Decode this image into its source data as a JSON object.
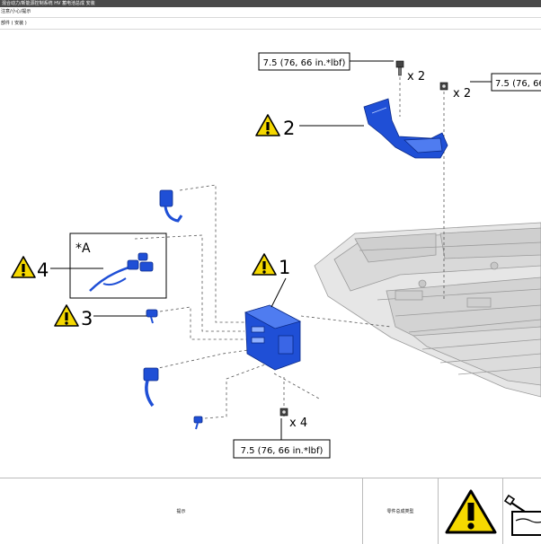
{
  "header": {
    "breadcrumb": "混合动力/新能源控制系统 HV 蓄电池总成 安装",
    "sub1": "注意/小心/提示",
    "sub2": "部件 ( 安装 )"
  },
  "torque_spec": "7.5 (76, 66 in.*lbf)",
  "qty": {
    "bolts_top": "x 2",
    "nuts_top": "x 2",
    "bolts_bottom": "x 4"
  },
  "callouts": {
    "n1": "1",
    "n2": "2",
    "n3": "3",
    "n4": "4",
    "view_a": "*A"
  },
  "legend": {
    "col_notes": "提示",
    "col_part": "零件总成类型",
    "warning_icon": "warning-icon",
    "tool_icon": "tool-icon"
  },
  "colors": {
    "part_blue": "#1f4fd6",
    "warning_yellow": "#f5d800",
    "leader": "#555555"
  }
}
